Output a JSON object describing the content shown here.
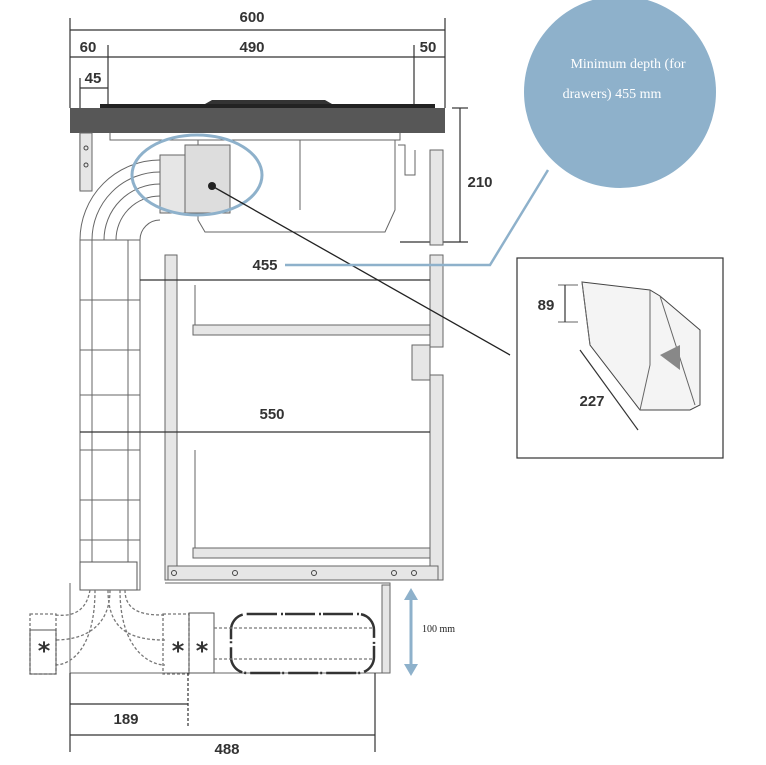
{
  "dimensions": {
    "total_width": "600",
    "left_offset": "60",
    "hob_width": "490",
    "right_offset": "50",
    "inner_offset": "45",
    "hob_height": "210",
    "drawer_depth": "455",
    "cabinet_depth": "550",
    "plinth_height": "100 mm",
    "duct_offset": "189",
    "duct_length": "488"
  },
  "inset": {
    "height": "89",
    "length": "227"
  },
  "callout": {
    "line1": "Minimum depth (for",
    "line2": "drawers) 455 mm"
  },
  "markers": [
    "*",
    "*",
    "*"
  ],
  "colors": {
    "accent": "#8eb1cb",
    "countertop": "#575757"
  }
}
